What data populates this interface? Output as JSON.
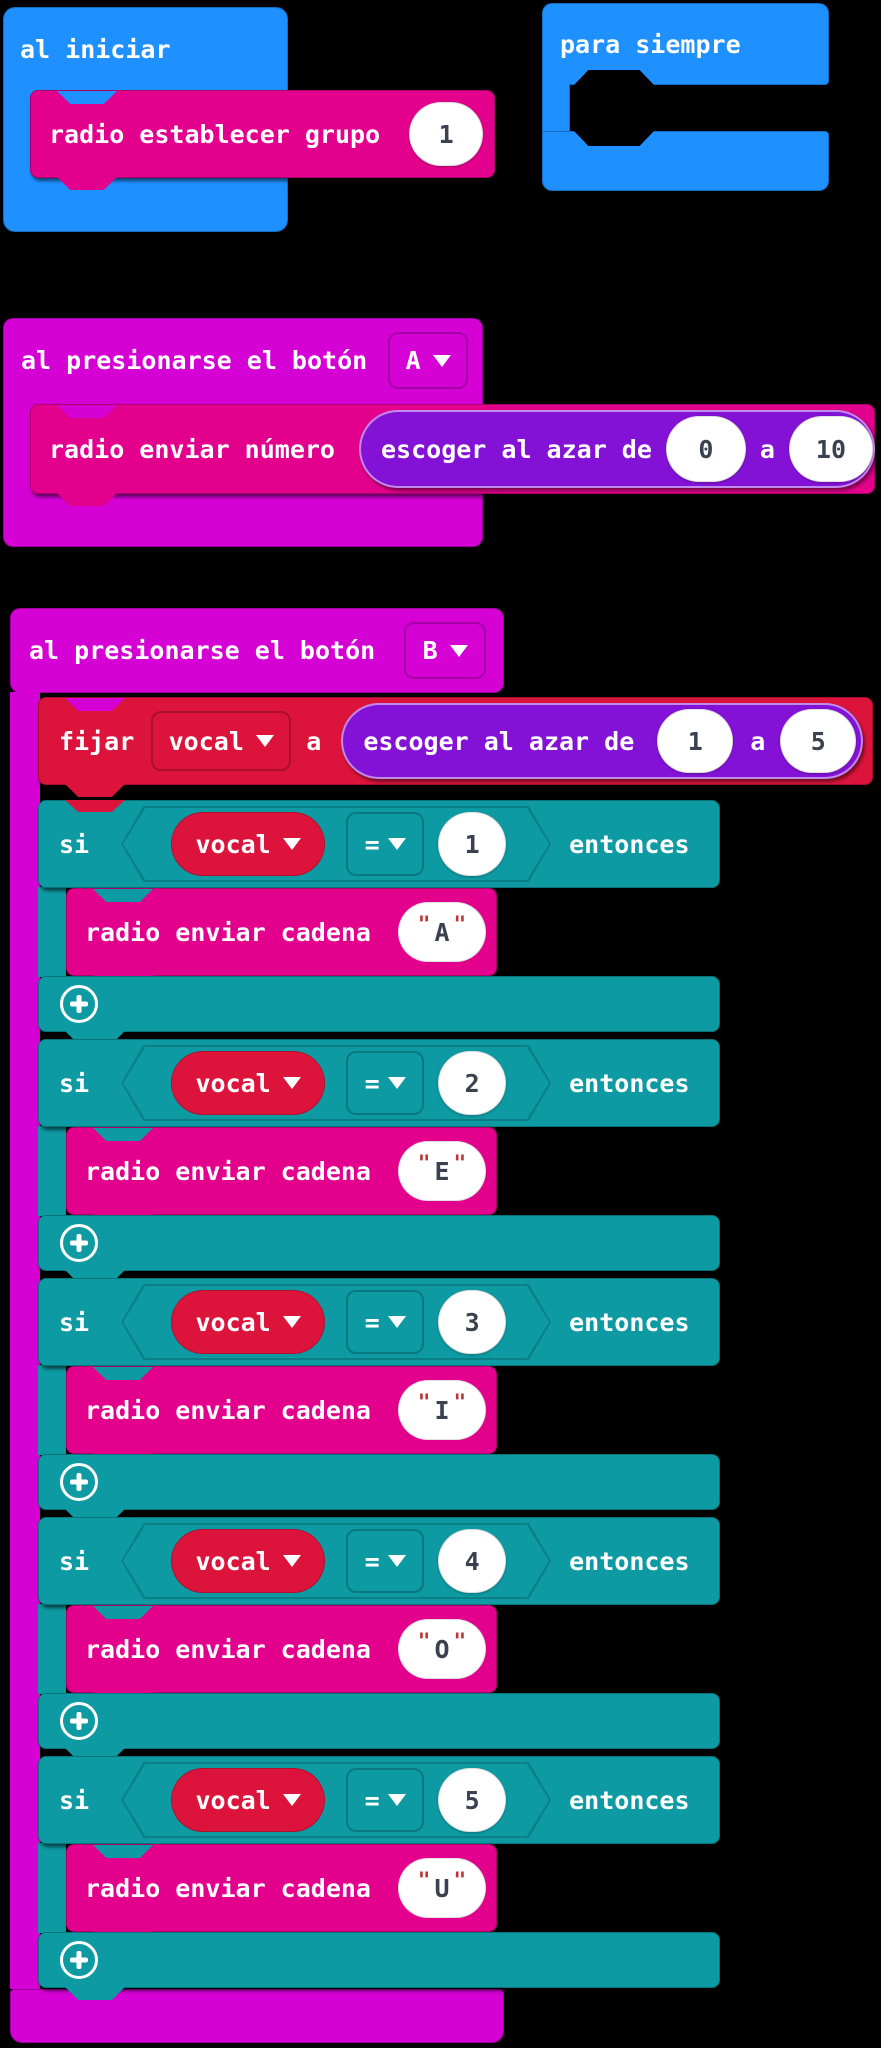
{
  "palette": {
    "canvas": "#000000",
    "basic_blue": "#1E90FF",
    "input_magenta": "#D400D4",
    "radio_pink": "#E3008C",
    "math_purple": "#8312D6",
    "logic_teal": "#0E9AA2",
    "variables_red": "#DC143C",
    "number_text": "#3A4151",
    "string_quote_red": "#C03636"
  },
  "on_start": {
    "title": "al iniciar",
    "radio_set_group": {
      "label": "radio establecer grupo",
      "group": "1"
    }
  },
  "forever": {
    "title": "para siempre"
  },
  "on_button_a": {
    "title": "al presionarse el botón",
    "button": "A",
    "radio_send_number": {
      "label": "radio enviar número"
    },
    "random": {
      "label": "escoger al azar de",
      "from": "0",
      "connector": "a",
      "to": "10"
    }
  },
  "on_button_b": {
    "title": "al presionarse el botón",
    "button": "B",
    "set_variable": {
      "label": "fijar",
      "variable": "vocal",
      "connector": "a",
      "random": {
        "label": "escoger al azar de",
        "from": "1",
        "connector": "a",
        "to": "5"
      }
    },
    "if_word": "si",
    "then_word": "entonces",
    "variable": "vocal",
    "operator": "=",
    "send_label": "radio enviar cadena",
    "quote": "\"",
    "ifs": [
      {
        "value": "1",
        "string": "A"
      },
      {
        "value": "2",
        "string": "E"
      },
      {
        "value": "3",
        "string": "I"
      },
      {
        "value": "4",
        "string": "O"
      },
      {
        "value": "5",
        "string": "U"
      }
    ]
  }
}
